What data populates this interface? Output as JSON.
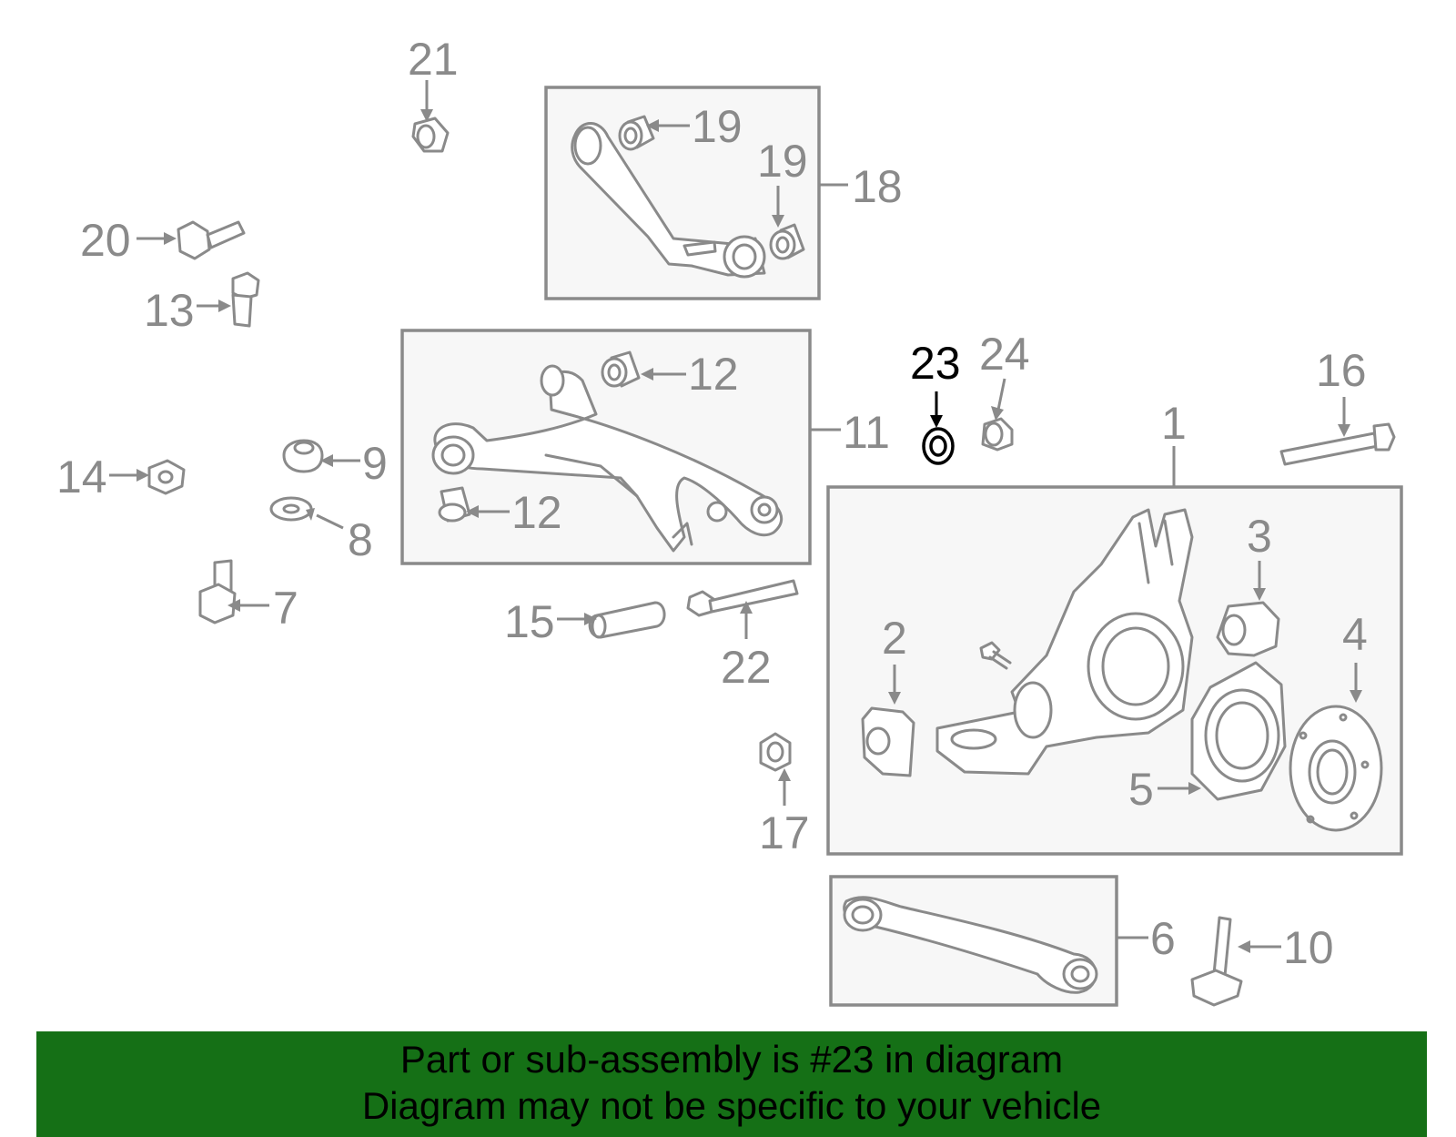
{
  "diagram": {
    "highlight_color": "#000000",
    "part_color": "#8a8a8a",
    "callouts": {
      "c1": "1",
      "c2": "2",
      "c3": "3",
      "c4": "4",
      "c5": "5",
      "c6": "6",
      "c7": "7",
      "c8": "8",
      "c9": "9",
      "c10": "10",
      "c11": "11",
      "c12a": "12",
      "c12b": "12",
      "c13": "13",
      "c14": "14",
      "c15": "15",
      "c16": "16",
      "c17": "17",
      "c18": "18",
      "c19a": "19",
      "c19b": "19",
      "c20": "20",
      "c21": "21",
      "c22": "22",
      "c23": "23",
      "c24": "24"
    },
    "highlighted_part": "23"
  },
  "banner": {
    "background": "#157016",
    "line1": "Part or sub-assembly is #23 in diagram",
    "line2": "Diagram may not be specific to your vehicle"
  }
}
